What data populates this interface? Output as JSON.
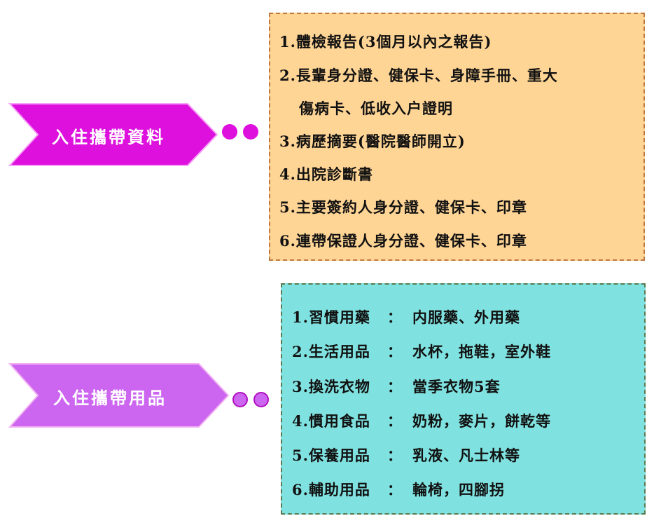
{
  "documents": {
    "title": "入住攜帶資料",
    "color": "#dd10dd",
    "items": [
      "1.體檢報告(3個月以內之報告)",
      "2.長輩身分證、健保卡、身障手冊、重大",
      "傷病卡、低收入户證明",
      "3.病歷摘要(醫院醫師開立)",
      "4.出院診斷書",
      "5.主要簽約人身分證、健保卡、印章",
      "6.連帶保證人身分證、健保卡、印章"
    ]
  },
  "supplies": {
    "title": "入住攜帶用品",
    "color": "#cc66f0",
    "items": [
      {
        "label": "1.習慣用藥",
        "colon": "：",
        "value": "内服藥、外用藥"
      },
      {
        "label": "2.生活用品",
        "colon": "：",
        "value": "水杯，拖鞋，室外鞋"
      },
      {
        "label": "3.換洗衣物",
        "colon": "：",
        "value": "當季衣物5套"
      },
      {
        "label": "4.慣用食品",
        "colon": "：",
        "value": "奶粉，麥片，餅乾等"
      },
      {
        "label": "5.保養用品",
        "colon": "：",
        "value": "乳液、凡士林等"
      },
      {
        "label": "6.輔助用品",
        "colon": "：",
        "value": "輪椅，四腳拐"
      }
    ]
  }
}
